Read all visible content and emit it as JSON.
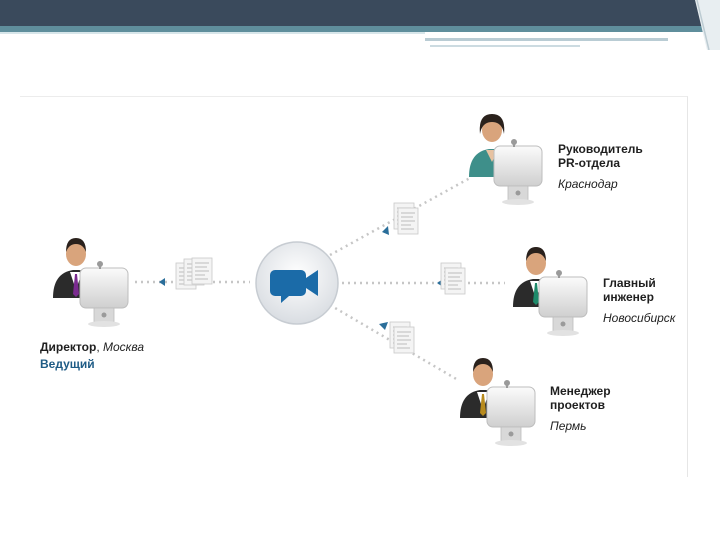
{
  "participants": {
    "director": {
      "role": "Директор",
      "separator": ", ",
      "city": "Москва",
      "tag": "Ведущий"
    },
    "pr_head": {
      "role_line1": "Руководитель",
      "role_line2": "PR-отдела",
      "city": "Краснодар"
    },
    "chief_engineer": {
      "role_line1": "Главный",
      "role_line2": "инженер",
      "city": "Новосибирск"
    },
    "project_manager": {
      "role_line1": "Менеджер",
      "role_line2": "проектов",
      "city": "Пермь"
    }
  },
  "hub": {
    "icon": "video-camera-icon",
    "color": "#1b6ba8"
  },
  "colors": {
    "header": "#3a4a5c",
    "accent": "#5f8e9c",
    "lead": "#1e5b85"
  }
}
